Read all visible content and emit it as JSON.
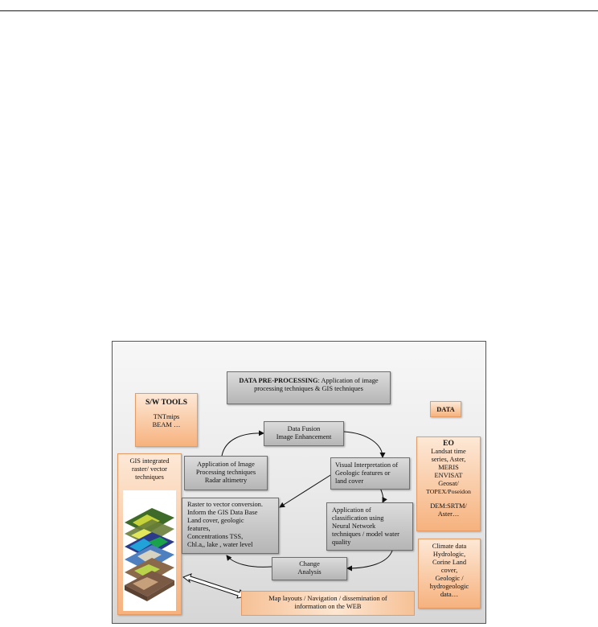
{
  "diagram": {
    "preprocessing": {
      "label": "DATA PRE-PROCESSING",
      "text_1": ": Application of image",
      "text_2": "processing techniques & GIS techniques"
    },
    "sw_tools": {
      "title": "S/W TOOLS",
      "line1": "TNTmips",
      "line2": "BEAM …"
    },
    "data_label": "DATA",
    "data_fusion": {
      "line1": "Data Fusion",
      "line2": "Image Enhancement"
    },
    "image_processing": {
      "line1": "Application of Image",
      "line2": "Processing techniques",
      "line3": "Radar altimetry"
    },
    "visual_interp": {
      "line1": "Visual Interpretation of",
      "line2": "Geologic features or",
      "line3": "land cover"
    },
    "gis_integrated": {
      "line1": "GIS integrated",
      "line2": "raster/ vector",
      "line3": "techniques"
    },
    "raster_vector": {
      "line1": "Raster to vector conversion.",
      "line2": "Inform the GIS Data Base",
      "line3": "Land cover, geologic",
      "line4": "features,",
      "line5": "Concentrations TSS,",
      "line6": "Chl.a,, lake , water level"
    },
    "classification": {
      "line1": "Application of",
      "line2": "classification using",
      "line3": "Neural Network",
      "line4": "techniques / model water",
      "line5": "quality"
    },
    "change_analysis": {
      "line1": "Change",
      "line2": "Analysis"
    },
    "eo": {
      "title": "EO",
      "line1": "Landsat  time",
      "line2": "series, Aster,",
      "line3": "MERIS",
      "line4": "ENVISAT",
      "line5": "Geosat/",
      "line6": "TOPEX/Poseidon",
      "line7": "DEM:SRTM/",
      "line8": "Aster…"
    },
    "climate": {
      "line1": "Climate data",
      "line2": "Hydrologic,",
      "line3": "Corine Land",
      "line4": "cover,",
      "line5": "Geologic /",
      "line6": "hydrogeologic",
      "line7": "data…"
    },
    "map_layouts": {
      "line1": "Map layouts / Navigation / dissemination of",
      "line2": "information on the WEB"
    }
  }
}
